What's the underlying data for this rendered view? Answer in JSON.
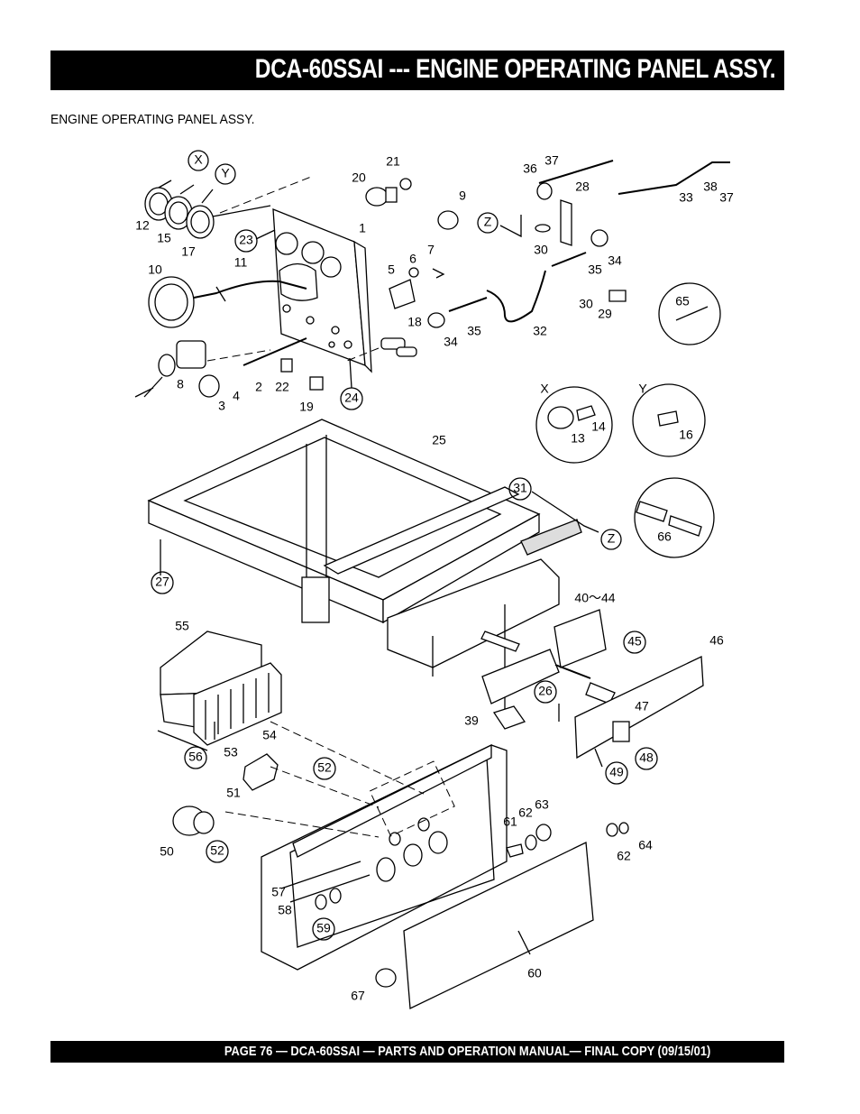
{
  "header": {
    "title": "DCA-60SSAI --- ENGINE OPERATING PANEL ASSY."
  },
  "section": {
    "label": "ENGINE OPERATING PANEL ASSY."
  },
  "footer": {
    "text": "PAGE 76 — DCA-60SSAI — PARTS AND OPERATION  MANUAL— FINAL COPY  (09/15/01)"
  },
  "callouts": {
    "c1": "1",
    "c2": "2",
    "c3": "3",
    "c4": "4",
    "c5": "5",
    "c6": "6",
    "c7": "7",
    "c8": "8",
    "c9": "9",
    "c10": "10",
    "c11": "11",
    "c12": "12",
    "c13": "13",
    "c14": "14",
    "c15": "15",
    "c16": "16",
    "c17": "17",
    "c18": "18",
    "c19": "19",
    "c20": "20",
    "c21": "21",
    "c22": "22",
    "c23": "23",
    "c24": "24",
    "c25": "25",
    "c26": "26",
    "c27": "27",
    "c28": "28",
    "c29": "29",
    "c30a": "30",
    "c30b": "30",
    "c31": "31",
    "c32": "32",
    "c33": "33",
    "c34a": "34",
    "c34b": "34",
    "c35a": "35",
    "c35b": "35",
    "c36": "36",
    "c37a": "37",
    "c37b": "37",
    "c38": "38",
    "c39": "39",
    "c40": "40～44",
    "c45": "45",
    "c46": "46",
    "c47": "47",
    "c48": "48",
    "c49": "49",
    "c50": "50",
    "c51": "51",
    "c52a": "52",
    "c52b": "52",
    "c53": "53",
    "c54": "54",
    "c55": "55",
    "c56": "56",
    "c57": "57",
    "c58": "58",
    "c59": "59",
    "c60": "60",
    "c61": "61",
    "c62a": "62",
    "c62b": "62",
    "c63": "63",
    "c64": "64",
    "c65": "65",
    "c66": "66",
    "c67": "67",
    "cX1": "X",
    "cY1": "Y",
    "cX2": "X",
    "cY2": "Y",
    "cZ1": "Z",
    "cZ2": "Z"
  }
}
